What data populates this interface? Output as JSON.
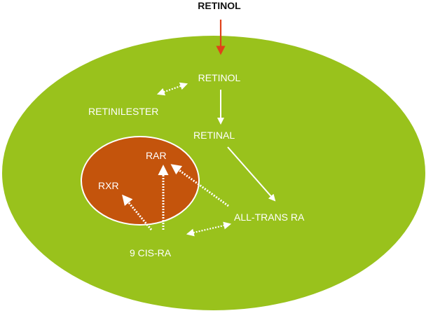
{
  "colors": {
    "cell": "#99c21c",
    "nucleus": "#c4540c",
    "input_arrow": "#e0421a",
    "text": "#ffffff",
    "top_text": "#111111"
  },
  "labels": {
    "retinol_outside": "RETINOL",
    "retinol_inside": "RETINOL",
    "retinilester": "RETINILESTER",
    "retinal": "RETINAL",
    "all_trans_ra": "ALL-TRANS RA",
    "cis_ra": "9 CIS-RA",
    "rar": "RAR",
    "rxr": "RXR"
  }
}
